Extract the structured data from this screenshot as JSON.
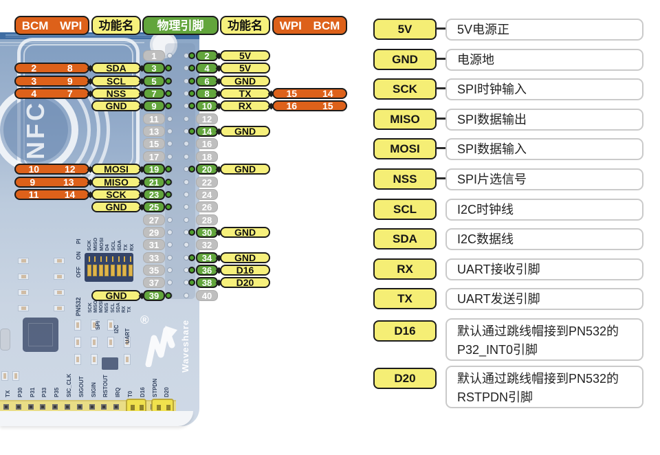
{
  "header": {
    "columns": [
      {
        "label": "BCM WPI",
        "type": "orange"
      },
      {
        "label": "功能名",
        "type": "yellow"
      },
      {
        "label": "物理引脚",
        "type": "green"
      },
      {
        "label": "功能名",
        "type": "yellow"
      },
      {
        "label": "WPI BCM",
        "type": "orange"
      }
    ]
  },
  "pins": {
    "rows": [
      {
        "left": {
          "pin": "1",
          "active": false
        },
        "right": {
          "pin": "2",
          "active": true,
          "func": "5V"
        }
      },
      {
        "left": {
          "pin": "3",
          "active": true,
          "func": "SDA",
          "bcm": "2",
          "wpi": "8"
        },
        "right": {
          "pin": "4",
          "active": true,
          "func": "5V"
        }
      },
      {
        "left": {
          "pin": "5",
          "active": true,
          "func": "SCL",
          "bcm": "3",
          "wpi": "9"
        },
        "right": {
          "pin": "6",
          "active": true,
          "func": "GND"
        }
      },
      {
        "left": {
          "pin": "7",
          "active": true,
          "func": "NSS",
          "bcm": "4",
          "wpi": "7"
        },
        "right": {
          "pin": "8",
          "active": true,
          "func": "TX",
          "wpi": "15",
          "bcm": "14"
        }
      },
      {
        "left": {
          "pin": "9",
          "active": true,
          "func": "GND"
        },
        "right": {
          "pin": "10",
          "active": true,
          "func": "RX",
          "wpi": "16",
          "bcm": "15"
        }
      },
      {
        "left": {
          "pin": "11",
          "active": false
        },
        "right": {
          "pin": "12",
          "active": false
        }
      },
      {
        "left": {
          "pin": "13",
          "active": false
        },
        "right": {
          "pin": "14",
          "active": true,
          "func": "GND"
        }
      },
      {
        "left": {
          "pin": "15",
          "active": false
        },
        "right": {
          "pin": "16",
          "active": false
        }
      },
      {
        "left": {
          "pin": "17",
          "active": false
        },
        "right": {
          "pin": "18",
          "active": false
        }
      },
      {
        "left": {
          "pin": "19",
          "active": true,
          "func": "MOSI",
          "bcm": "10",
          "wpi": "12"
        },
        "right": {
          "pin": "20",
          "active": true,
          "func": "GND"
        }
      },
      {
        "left": {
          "pin": "21",
          "active": true,
          "func": "MISO",
          "bcm": "9",
          "wpi": "13"
        },
        "right": {
          "pin": "22",
          "active": false
        }
      },
      {
        "left": {
          "pin": "23",
          "active": true,
          "func": "SCK",
          "bcm": "11",
          "wpi": "14"
        },
        "right": {
          "pin": "24",
          "active": false
        }
      },
      {
        "left": {
          "pin": "25",
          "active": true,
          "func": "GND"
        },
        "right": {
          "pin": "26",
          "active": false
        }
      },
      {
        "left": {
          "pin": "27",
          "active": false
        },
        "right": {
          "pin": "28",
          "active": false
        }
      },
      {
        "left": {
          "pin": "29",
          "active": false
        },
        "right": {
          "pin": "30",
          "active": true,
          "func": "GND"
        }
      },
      {
        "left": {
          "pin": "31",
          "active": false
        },
        "right": {
          "pin": "32",
          "active": false
        }
      },
      {
        "left": {
          "pin": "33",
          "active": false
        },
        "right": {
          "pin": "34",
          "active": true,
          "func": "GND"
        }
      },
      {
        "left": {
          "pin": "35",
          "active": false
        },
        "right": {
          "pin": "36",
          "active": true,
          "func": "D16"
        }
      },
      {
        "left": {
          "pin": "37",
          "active": false
        },
        "right": {
          "pin": "38",
          "active": true,
          "func": "D20"
        }
      },
      {
        "left": {
          "pin": "39",
          "active": true,
          "func": "GND"
        },
        "right": {
          "pin": "40",
          "active": false
        }
      }
    ]
  },
  "legend": {
    "items": [
      {
        "label": "5V",
        "desc": "5V电源正",
        "connected": true
      },
      {
        "label": "GND",
        "desc": "电源地",
        "connected": true
      },
      {
        "label": "SCK",
        "desc": "SPI时钟输入",
        "connected": true
      },
      {
        "label": "MISO",
        "desc": "SPI数据输出",
        "connected": true
      },
      {
        "label": "MOSI",
        "desc": "SPI数据输入",
        "connected": true
      },
      {
        "label": "NSS",
        "desc": "SPI片选信号",
        "connected": true
      },
      {
        "label": "SCL",
        "desc": "I2C时钟线",
        "connected": false
      },
      {
        "label": "SDA",
        "desc": "I2C数据线",
        "connected": false
      },
      {
        "label": "RX",
        "desc": "UART接收引脚",
        "connected": false
      },
      {
        "label": "TX",
        "desc": "UART发送引脚",
        "connected": false
      },
      {
        "label": "D16",
        "desc": "默认通过跳线帽接到PN532的P32_INT0引脚",
        "connected": false,
        "tall": true
      },
      {
        "label": "D20",
        "desc": "默认通过跳线帽接到PN532的RSTPDN引脚",
        "connected": false,
        "tall": true
      }
    ]
  },
  "board": {
    "nfc_label": "NFC",
    "brand": "Waveshare",
    "registered": "®",
    "dip": {
      "labels": [
        "SCK",
        "MISO",
        "MOSI",
        "D4",
        "SCL",
        "SDA",
        "TX",
        "RX"
      ],
      "pi": "PI",
      "on": "ON",
      "off": "OFF"
    },
    "side_groups": [
      {
        "name": "PN532",
        "pins": []
      },
      {
        "name": "SPI",
        "pins": [
          "SCK",
          "MISO",
          "MOSI",
          "NSS"
        ]
      },
      {
        "name": "I2C",
        "pins": [
          "SCL",
          "SDA"
        ]
      },
      {
        "name": "UART",
        "pins": [
          "RX",
          "TX"
        ]
      }
    ],
    "bottom_labels": [
      "TX",
      "P30",
      "P31",
      "P33",
      "P35",
      "SIC_CLK",
      "SIGOUT",
      "SIGIN",
      "RSTOUT",
      "IRQ",
      "T0",
      "D16",
      "STPDN",
      "D20"
    ]
  },
  "colors": {
    "orange": "#DD611A",
    "yellow": "#F6F07C",
    "green": "#62A53C",
    "gray_pin": "#BFBFBF",
    "legend_yellow": "#F5EE75",
    "board_blue": "#8BA6C6",
    "dip_gold": "#DFB549"
  }
}
